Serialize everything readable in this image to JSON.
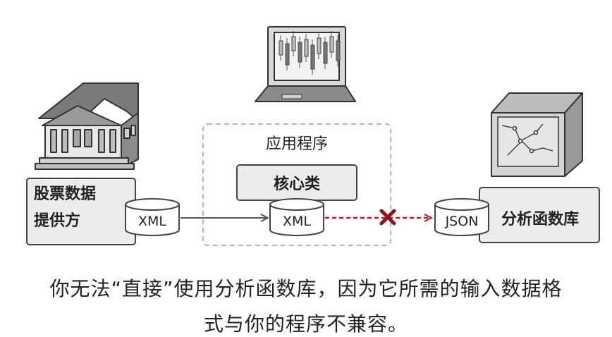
{
  "diagram": {
    "provider_label_line1": "股票数据",
    "provider_label_line2": "提供方",
    "provider_format": "XML",
    "app_group_label": "应用程序",
    "core_class_label": "核心类",
    "app_format": "XML",
    "library_format": "JSON",
    "library_label": "分析函数库",
    "colors": {
      "incompatible": "#c0192c",
      "stroke": "#444444",
      "box_fill": "#ececec"
    }
  },
  "caption": {
    "line1": "你无法“直接”使用分析函数库，因为它所需的输入数据格",
    "line2": "式与你的程序不兼容。"
  }
}
